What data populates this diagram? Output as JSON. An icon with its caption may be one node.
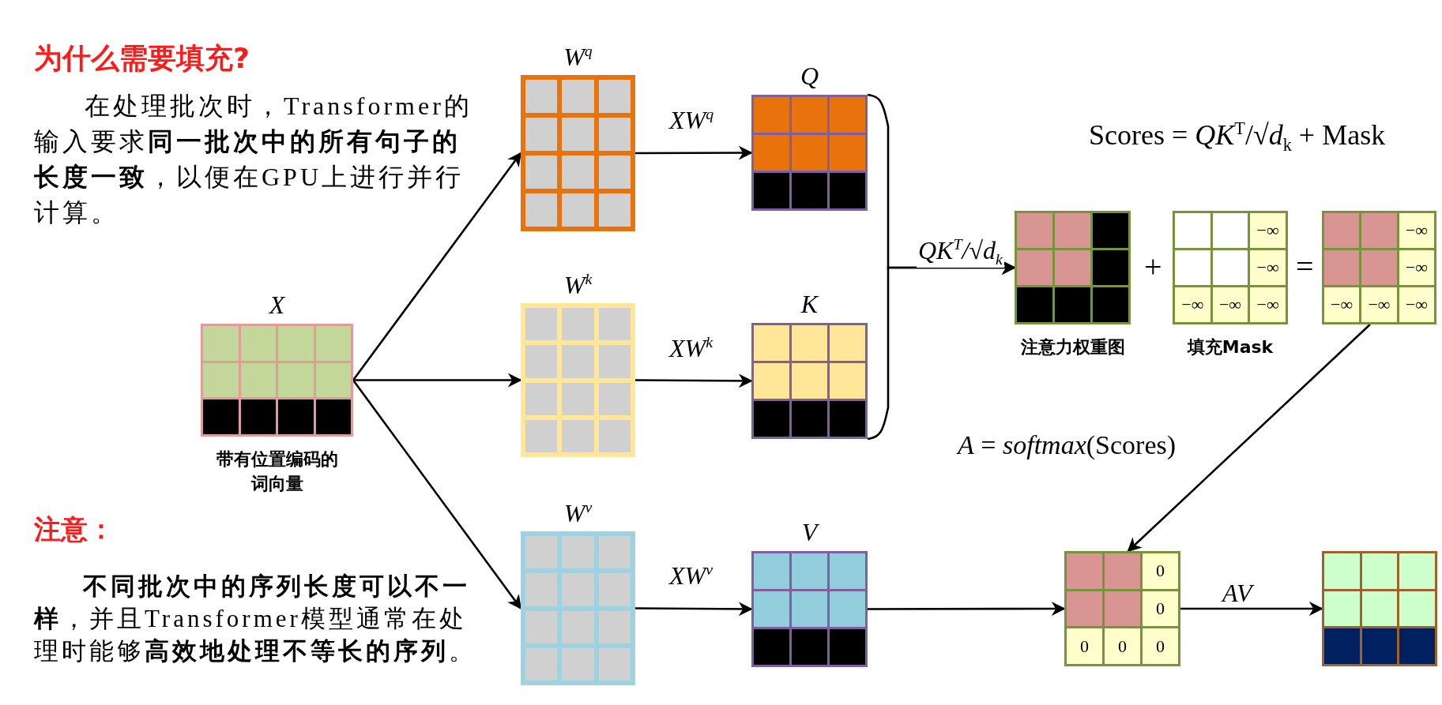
{
  "diagram": {
    "nodes": [
      {
        "text": [
          "X"
        ],
        "beside": [
          "带有位置编码的词向量"
        ]
      },
      {
        "text": [
          "W$^{q}$"
        ]
      },
      {
        "text": [
          "W$^{k}$"
        ]
      },
      {
        "text": [
          "W$^{v}$"
        ]
      },
      {
        "text": [
          "Q"
        ]
      },
      {
        "text": [
          "K"
        ]
      },
      {
        "text": [
          "V"
        ]
      },
      {
        "text": [],
        "shape": "box",
        "beside": [
          "注意力权重图"
        ]
      },
      {
        "text": [
          "−∞",
          "−∞",
          "−∞",
          "−∞",
          "−∞"
        ],
        "beside": [
          "填充Mask"
        ]
      },
      {
        "text": [
          "−∞",
          "−∞",
          "−∞",
          "−∞",
          "−∞"
        ]
      },
      {
        "text": [
          "0",
          "0",
          "0",
          "0",
          "0"
        ]
      },
      {
        "text": [],
        "shape": "box"
      }
    ],
    "edges": [
      {
        "from": 0,
        "to": 1,
        "arrow": "to"
      },
      {
        "from": 0,
        "to": 2,
        "arrow": "to"
      },
      {
        "from": 0,
        "to": 3,
        "arrow": "to"
      },
      {
        "from": 1,
        "to": 4,
        "arrow": "to",
        "label": "XW$^{q}$"
      },
      {
        "from": 2,
        "to": 5,
        "arrow": "to",
        "label": "XW$^{k}$"
      },
      {
        "from": 3,
        "to": 6,
        "arrow": "to",
        "label": "XW$^{v}$"
      },
      {
        "from": 4,
        "to": 7,
        "arrow": "to",
        "label": "QK$^{T}$/√d$_{k}$"
      },
      {
        "from": 5,
        "to": 7,
        "arrow": "to"
      },
      {
        "from": 9,
        "to": 10,
        "arrow": "to"
      },
      {
        "from": 6,
        "to": 10,
        "arrow": "to"
      },
      {
        "from": 10,
        "to": 11,
        "arrow": "to",
        "label": "AV"
      }
    ],
    "labels": [
      "为什么需要填充?",
      "在处理批次时，Transformer的输入要求**同一批次中的所有句子的长度一致**，以便在GPU上进行并行计算。",
      "Scores = *QK*$^{T}$/√*d*$_{k}$ + Mask",
      "+",
      "=",
      "*A* = *softmax*(Scores)",
      "注意：",
      "**不同批次中的序列长度可以不一样**，并且Transformer模型通常在处理时能够**高效地处理不等长的序列**。"
    ]
  }
}
